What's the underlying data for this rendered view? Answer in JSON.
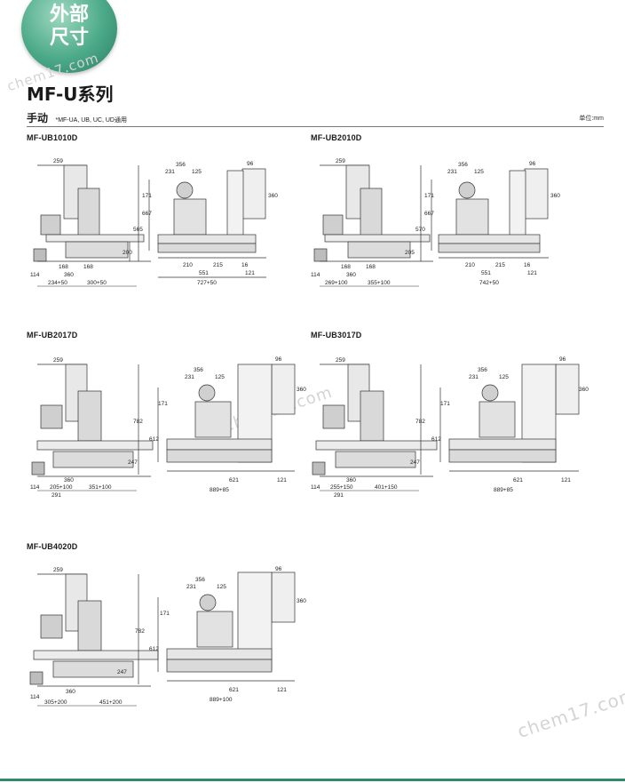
{
  "badge": {
    "line1": "外部",
    "line2": "尺寸"
  },
  "watermark": "chem17.com",
  "series_title": "MF-U系列",
  "subtitle": {
    "main": "手动",
    "note": "*MF-UA, UB, UC, UD通用",
    "unit": "单位:mm"
  },
  "models": [
    {
      "name": "MF-UB1010D",
      "front": {
        "width_top": "259",
        "height": "667",
        "base": "200",
        "stage_a": "168",
        "stage_b": "168",
        "depth": "360",
        "side": "114",
        "left": "234+50",
        "right": "300+50"
      },
      "side": {
        "top1": "356",
        "top2": "231",
        "top3": "125",
        "box": "96",
        "box_h": "360",
        "head": "171",
        "body": "565",
        "b1": "210",
        "b2": "215",
        "b3": "16",
        "b4": "551",
        "b5": "121",
        "total": "727+50"
      }
    },
    {
      "name": "MF-UB2010D",
      "front": {
        "width_top": "259",
        "height": "667",
        "base": "205",
        "stage_a": "168",
        "stage_b": "168",
        "depth": "360",
        "side": "114",
        "left": "269+100",
        "right": "355+100"
      },
      "side": {
        "top1": "356",
        "top2": "231",
        "top3": "125",
        "box": "96",
        "box_h": "360",
        "head": "171",
        "body": "570",
        "b1": "210",
        "b2": "215",
        "b3": "16",
        "b4": "551",
        "b5": "121",
        "total": "742+50"
      }
    },
    {
      "name": "MF-UB2017D",
      "front": {
        "width_top": "259",
        "height": "782",
        "base": "247",
        "depth": "360",
        "side": "114",
        "left": "205+100",
        "right": "351+100",
        "bottom": "291"
      },
      "side": {
        "top1": "356",
        "top2": "231",
        "top3": "125",
        "box": "96",
        "box_h": "360",
        "head": "171",
        "body": "612",
        "b4": "621",
        "b5": "121",
        "total": "889+85"
      }
    },
    {
      "name": "MF-UB3017D",
      "front": {
        "width_top": "259",
        "height": "782",
        "base": "247",
        "depth": "360",
        "side": "114",
        "left": "255+150",
        "right": "401+150",
        "bottom": "291"
      },
      "side": {
        "top1": "356",
        "top2": "231",
        "top3": "125",
        "box": "96",
        "box_h": "360",
        "head": "171",
        "body": "612",
        "b4": "621",
        "b5": "121",
        "total": "889+85"
      }
    },
    {
      "name": "MF-UB4020D",
      "front": {
        "width_top": "259",
        "height": "782",
        "base": "247",
        "depth": "360",
        "side": "114",
        "left": "305+200",
        "right": "451+200"
      },
      "side": {
        "top1": "356",
        "top2": "231",
        "top3": "125",
        "box": "96",
        "box_h": "360",
        "head": "171",
        "body": "612",
        "b4": "621",
        "b5": "121",
        "total": "889+100"
      }
    }
  ]
}
